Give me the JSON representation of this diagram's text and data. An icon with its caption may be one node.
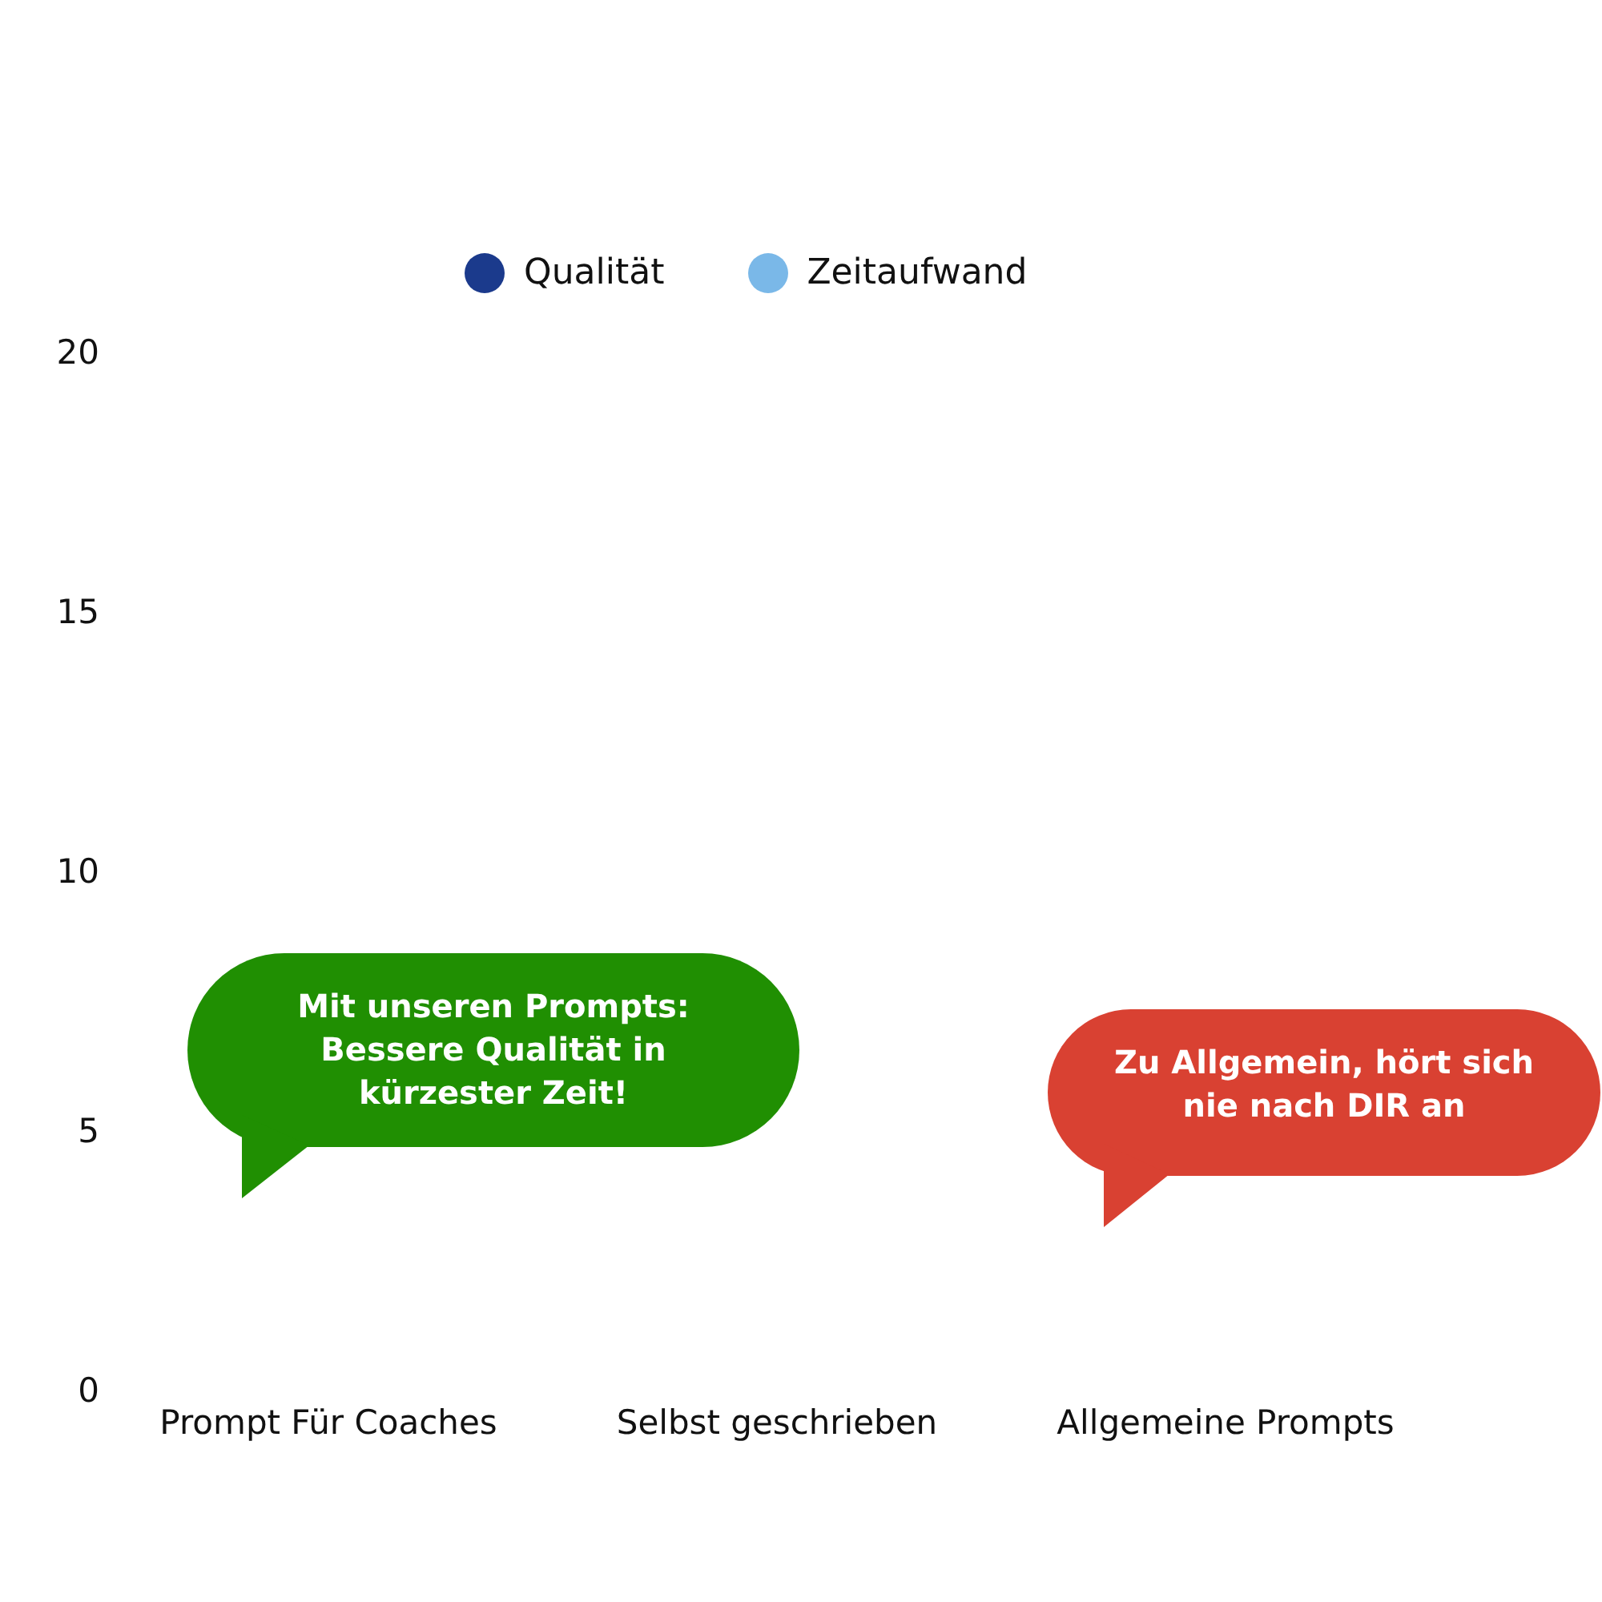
{
  "diagram": {
    "nodes": [
      {
        "text": [
          "Mit unseren Prompts: Bessere Qualität in kürzester Zeit!"
        ]
      },
      {
        "text": [
          "Zu Allgemein, hört sich nie nach DIR an"
        ]
      }
    ],
    "chart_data": {
      "type": "bar",
      "categories": [
        "Prompt Für Coaches",
        "Selbst geschrieben",
        "Allgemeine Prompts"
      ],
      "series": [
        {
          "name": "Qualität",
          "color": "#1b3a8c",
          "values": [
            null,
            null,
            null
          ]
        },
        {
          "name": "Zeitaufwand",
          "color": "#7ab8e8",
          "values": [
            null,
            null,
            null
          ]
        }
      ],
      "ylim": [
        0,
        20
      ],
      "yticks": [
        0,
        5,
        10,
        15,
        20
      ]
    }
  }
}
